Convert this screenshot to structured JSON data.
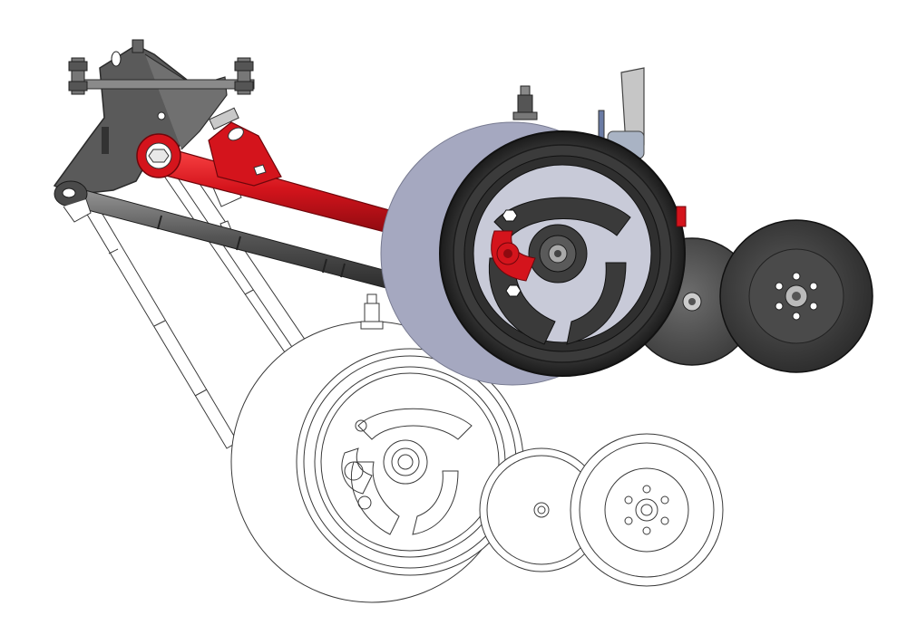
{
  "figure": {
    "subject": "parallel-linkage-row-unit-assembly",
    "positions": [
      "raised",
      "lowered"
    ]
  },
  "colors": {
    "background": "#ffffff",
    "steel_dark": "#4a4a4a",
    "steel_mid": "#6b6b6b",
    "steel_light": "#9a9a9a",
    "tire_dark": "#2e2e2e",
    "tire_edge": "#1b1b1b",
    "gauge_disc": "#a5a8c0",
    "accent_red": "#d4141c",
    "accent_red_dark": "#8e0a10",
    "outline": "#3a3a3a",
    "chrome": "#c9c9c9"
  },
  "icons": [
    "bolt-icon",
    "nut-icon",
    "grease-fitting-icon",
    "hub-icon"
  ]
}
